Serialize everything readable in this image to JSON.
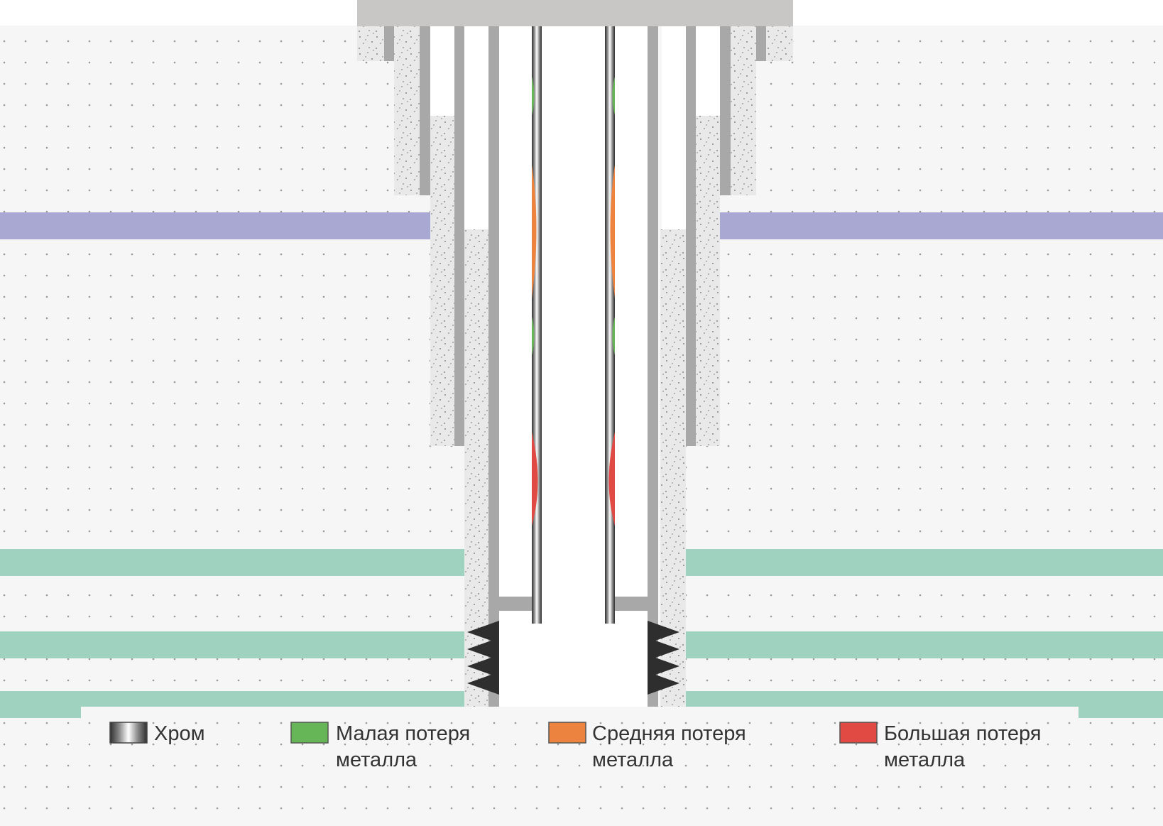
{
  "colors": {
    "ground": "#f6f6f6",
    "ground_dot": "#9a9a9a",
    "cement": "#e9e9e9",
    "cement_speck": "#6a6a6a",
    "casing_steel": "#a8a8a8",
    "wellhead": "#c9c7c6",
    "blue_layer": "#a8a8d3",
    "green_layer": "#a0d3bf",
    "perforation": "#2e2e2e",
    "loss_small": "#66b657",
    "loss_medium": "#ec833f",
    "loss_large": "#e04a43"
  },
  "legend": [
    {
      "id": "chrome",
      "label": "Хром",
      "swatch": "chrome-gradient"
    },
    {
      "id": "small-loss",
      "label": "Малая потеря металла",
      "swatch": "#66b657"
    },
    {
      "id": "medium-loss",
      "label": "Средняя потеря металла",
      "swatch": "#ec833f"
    },
    {
      "id": "large-loss",
      "label": "Большая потеря металла",
      "swatch": "#e04a43"
    }
  ]
}
